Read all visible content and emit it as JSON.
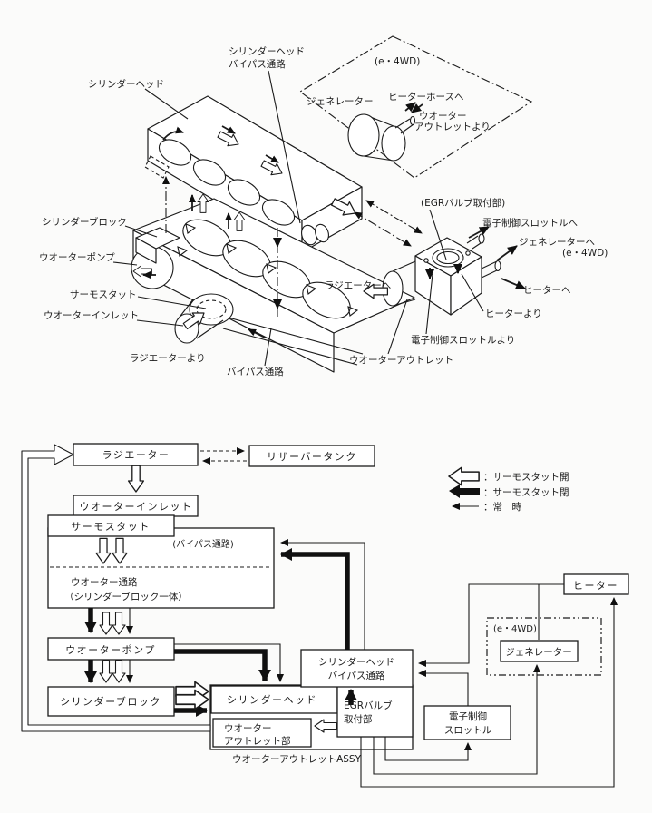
{
  "diagram": {
    "labels": {
      "cylinder_head": "シリンダーヘッド",
      "cylinder_head_bypass_1": "シリンダーヘッド",
      "cylinder_head_bypass_2": "バイパス通路",
      "e4wd": "(e・4WD)",
      "generator": "ジェネレーター",
      "to_heater_hose": "ヒーターホースへ",
      "from_water_outlet_1": "ウオーター",
      "from_water_outlet_2": "アウトレットより",
      "egr_valve_mount": "(EGRバルブ取付部)",
      "to_throttle": "電子制御スロットルへ",
      "to_generator": "ジェネレーターへ",
      "to_generator_note": "(e・4WD)",
      "to_heater": "ヒーターへ",
      "from_heater": "ヒーターより",
      "to_radiator": "ラジエーターへ",
      "from_throttle": "電子制御スロットルより",
      "water_outlet": "ウオーターアウトレット",
      "cylinder_block": "シリンダーブロック",
      "water_pump": "ウオーターポンプ",
      "thermostat": "サーモスタット",
      "water_inlet": "ウオーターインレット",
      "from_radiator": "ラジエーターより",
      "bypass_passage": "バイパス通路"
    }
  },
  "flowchart": {
    "boxes": {
      "radiator": "ラジエーター",
      "reserve_tank": "リザーバータンク",
      "water_inlet": "ウオーターインレット",
      "thermostat": "サーモスタット",
      "bypass_note": "(バイパス通路)",
      "water_passage_1": "ウオーター通路",
      "water_passage_2": "（シリンダーブロック一体）",
      "water_pump": "ウオーターポンプ",
      "cylinder_block": "シリンダーブロック",
      "cylinder_head": "シリンダーヘッド",
      "head_bypass_1": "シリンダーヘッド",
      "head_bypass_2": "バイパス通路",
      "egr_1": "EGRバルブ",
      "egr_2": "取付部",
      "water_outlet_1": "ウオーター",
      "water_outlet_2": "アウトレット部",
      "outlet_assy": "ウオーターアウトレットASSY",
      "throttle_1": "電子制御",
      "throttle_2": "スロットル",
      "heater": "ヒーター",
      "e4wd": "(e・4WD)",
      "generator": "ジェネレーター"
    },
    "legend": {
      "thermostat_open": "：サーモスタット開",
      "thermostat_closed": "：サーモスタット閉",
      "always": "：常　時"
    }
  },
  "colors": {
    "line": "#1b1b1b",
    "background": "#fbfbfa"
  }
}
